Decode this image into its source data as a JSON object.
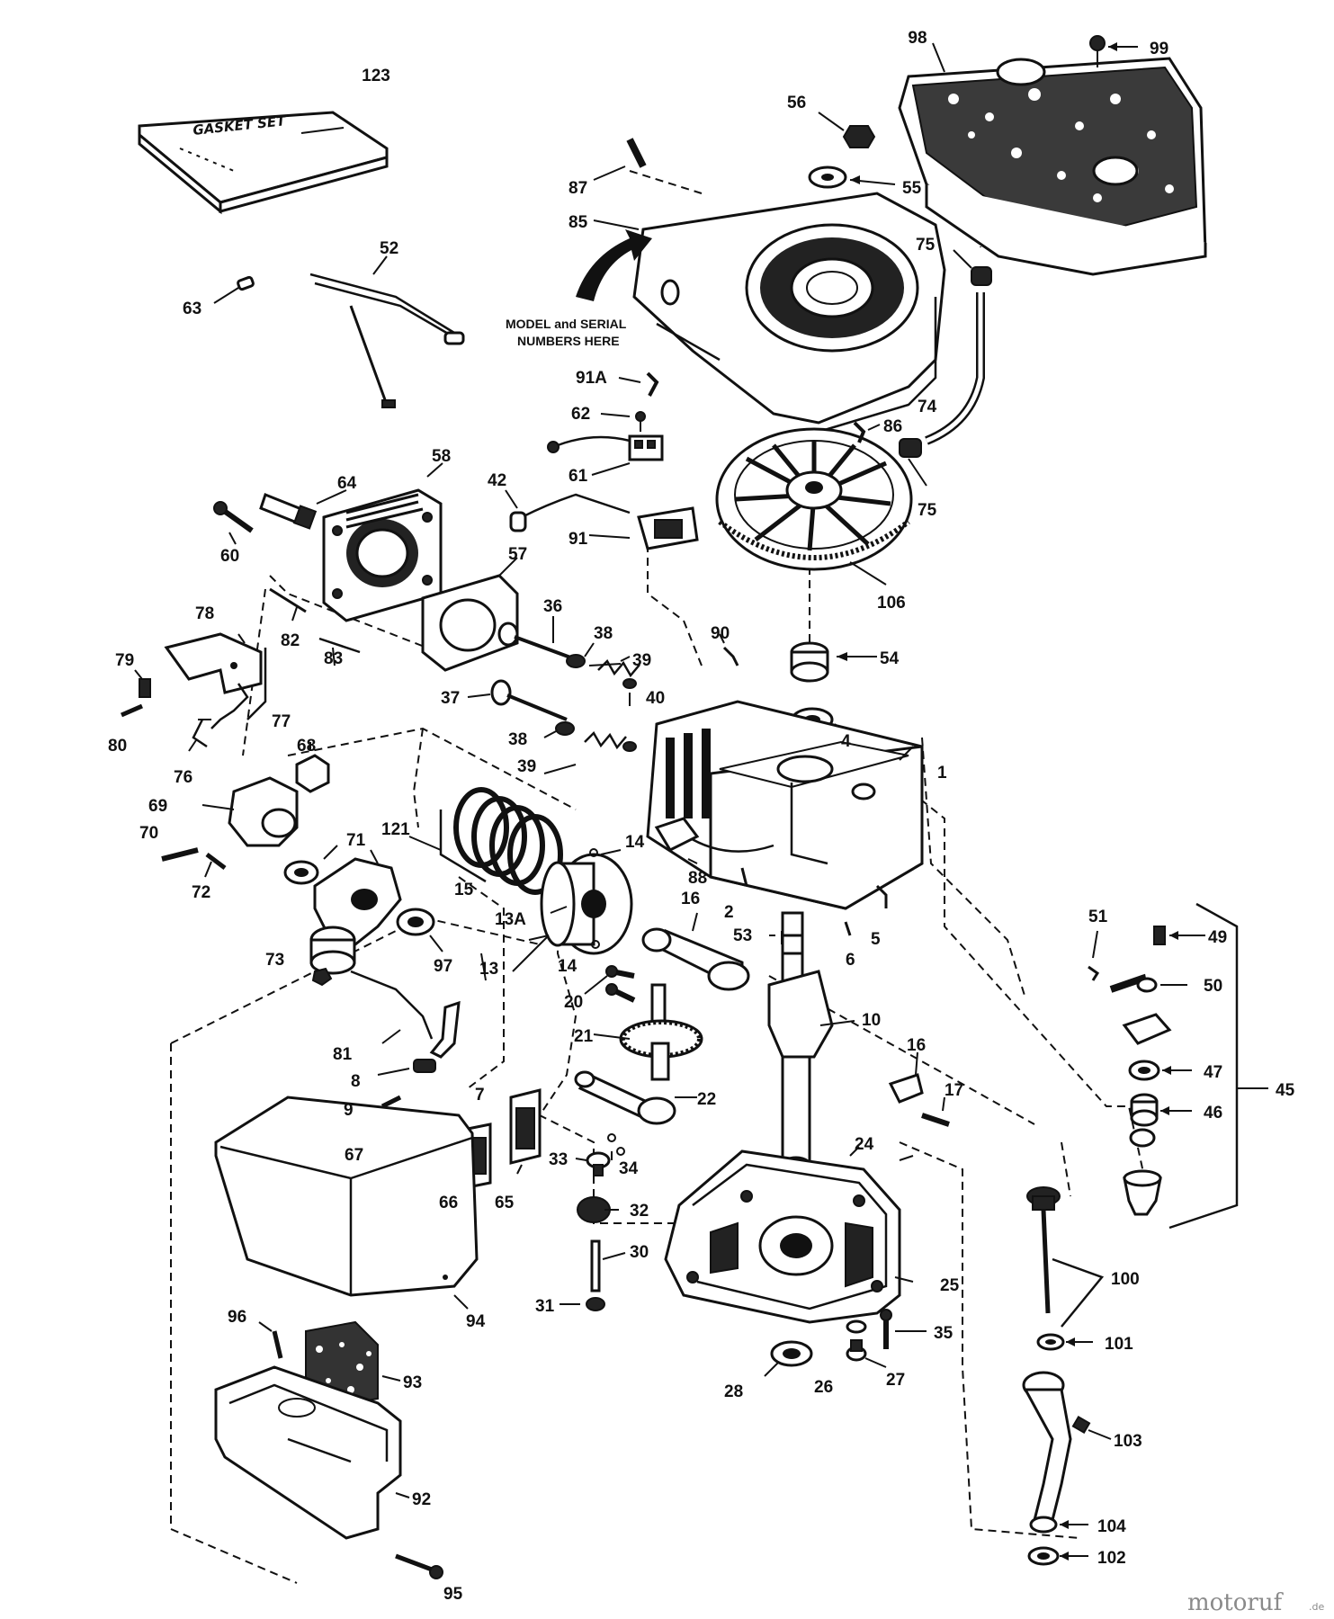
{
  "diagram": {
    "kit_label": "GASKET SET",
    "note_line1": "MODEL and SERIAL",
    "note_line2": "NUMBERS HERE",
    "watermark": {
      "brand": "motoruf",
      "tld": ".de"
    },
    "labels": {
      "l123": "123",
      "l98": "98",
      "l99": "99",
      "l56": "56",
      "l55": "55",
      "l87": "87",
      "l85": "85",
      "l75a": "75",
      "l52": "52",
      "l63": "63",
      "l91A": "91A",
      "l62": "62",
      "l74": "74",
      "l86": "86",
      "l75b": "75",
      "l58": "58",
      "l64": "64",
      "l42": "42",
      "l61": "61",
      "l60": "60",
      "l91": "91",
      "l106": "106",
      "l57": "57",
      "l78": "78",
      "l82": "82",
      "l83": "83",
      "l36": "36",
      "l38a": "38",
      "l39a": "39",
      "l90": "90",
      "l54": "54",
      "l79": "79",
      "l37": "37",
      "l40": "40",
      "l80": "80",
      "l77": "77",
      "l4": "4",
      "l68": "68",
      "l38b": "38",
      "l39b": "39",
      "l76": "76",
      "l1": "1",
      "l69": "69",
      "l70": "70",
      "l71": "71",
      "l121": "121",
      "l14a": "14",
      "l15": "15",
      "l88": "88",
      "l72": "72",
      "l16a": "16",
      "l2": "2",
      "l51": "51",
      "l13A": "13A",
      "l53": "53",
      "l5": "5",
      "l49": "49",
      "l73": "73",
      "l97": "97",
      "l13": "13",
      "l14b": "14",
      "l6": "6",
      "l50": "50",
      "l20": "20",
      "l21": "21",
      "l10": "10",
      "l81": "81",
      "l16b": "16",
      "l17": "17",
      "l47": "47",
      "l8": "8",
      "l7": "7",
      "l22": "22",
      "l45": "45",
      "l9": "9",
      "l46": "46",
      "l67": "67",
      "l33": "33",
      "l34": "34",
      "l24": "24",
      "l66": "66",
      "l65": "65",
      "l32": "32",
      "l100": "100",
      "l30": "30",
      "l25": "25",
      "l31": "31",
      "l96": "96",
      "l94": "94",
      "l101": "101",
      "l35": "35",
      "l93": "93",
      "l26": "26",
      "l27": "27",
      "l28": "28",
      "l103": "103",
      "l92": "92",
      "l104": "104",
      "l102": "102",
      "l95": "95"
    }
  }
}
